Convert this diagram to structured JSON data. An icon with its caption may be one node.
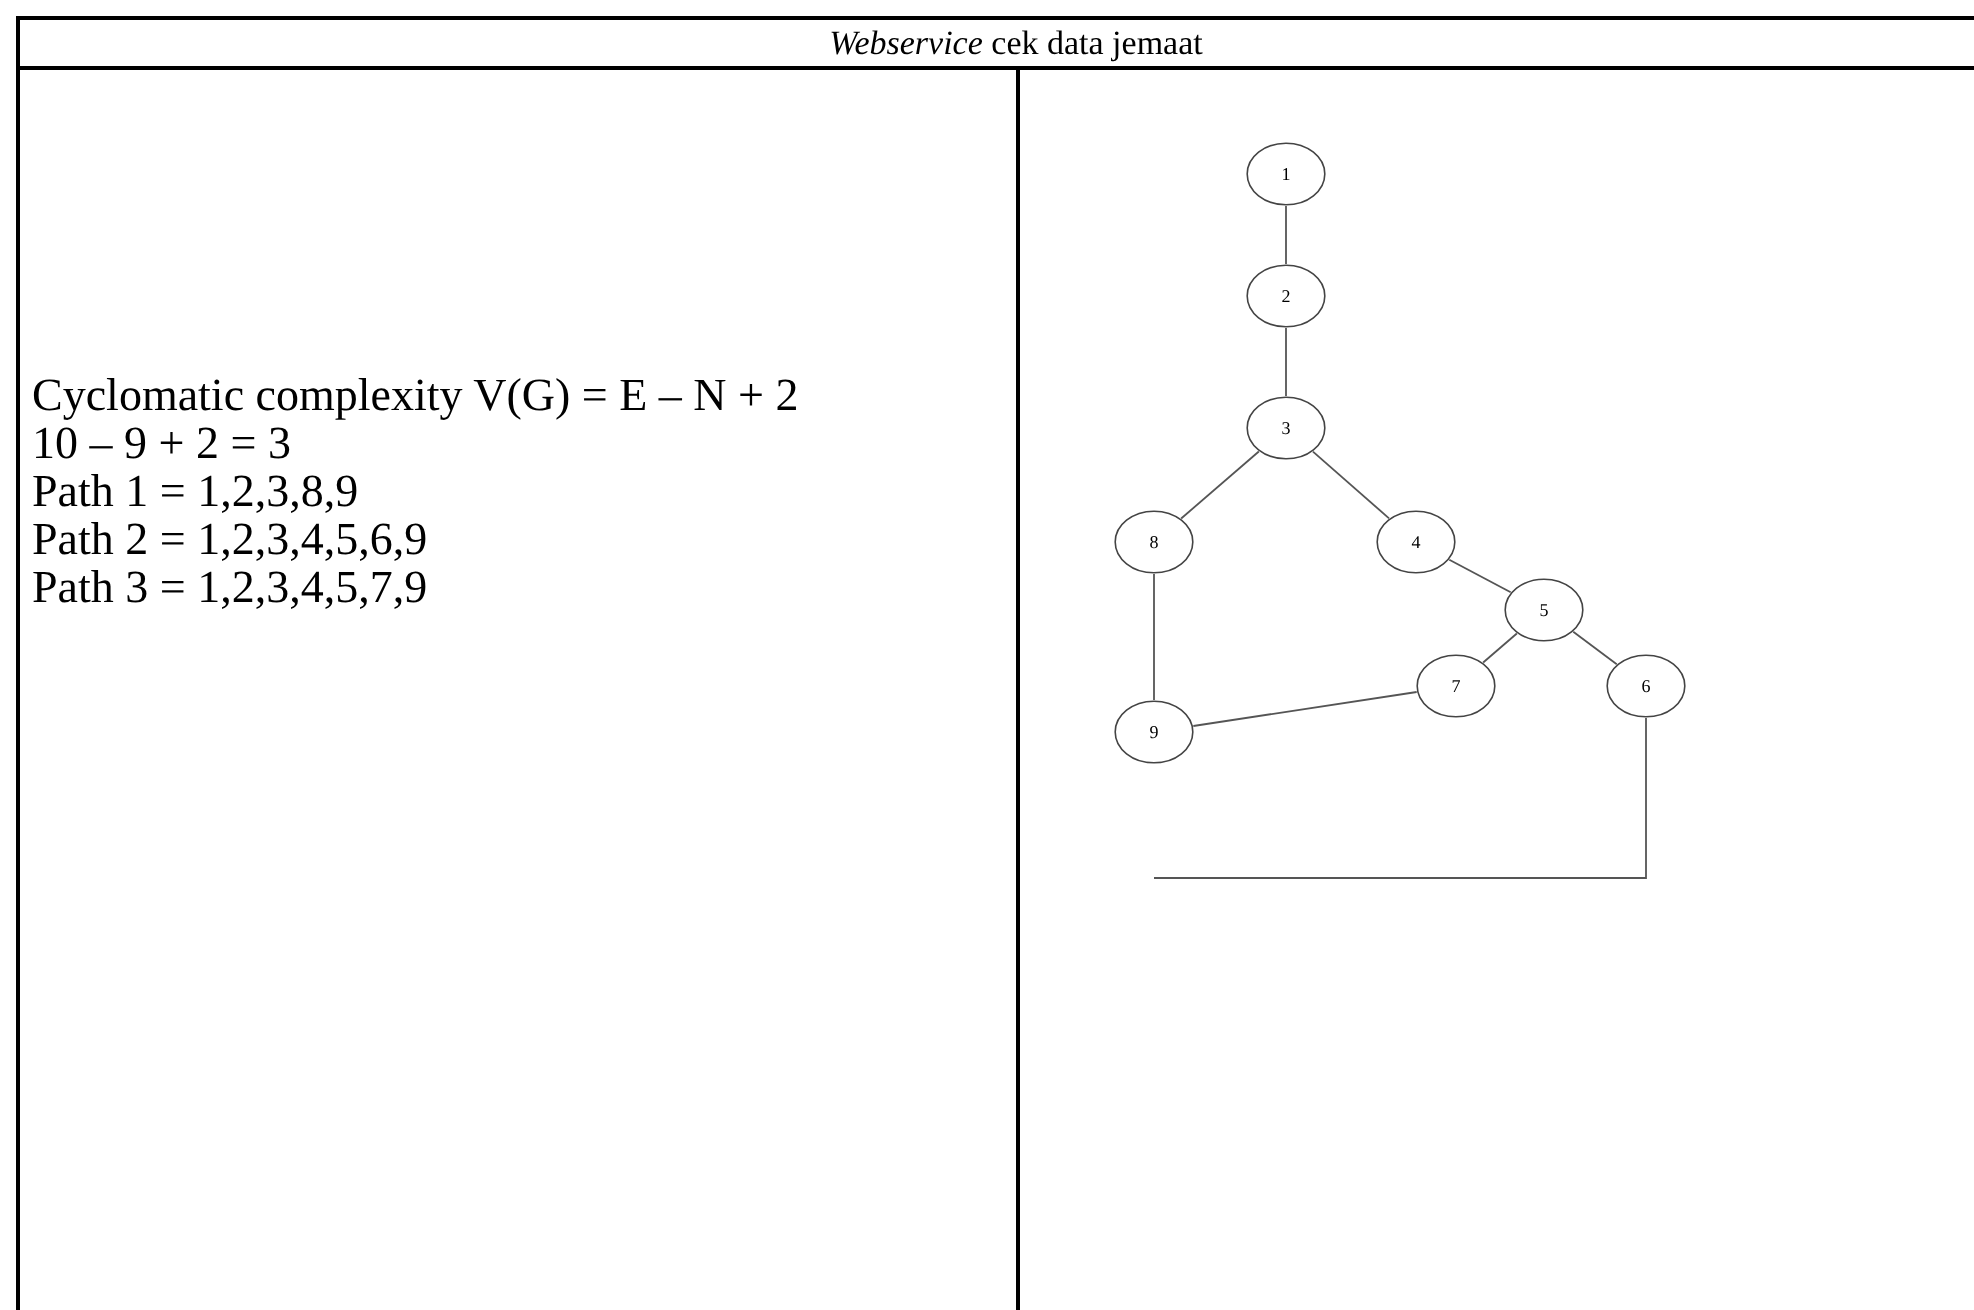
{
  "diagram": {
    "title": "*Webservice*  cek data jemaat",
    "nodes": [
      {
        "text": [
          "1"
        ]
      },
      {
        "text": [
          "2"
        ]
      },
      {
        "text": [
          "3"
        ]
      },
      {
        "text": [
          "8"
        ]
      },
      {
        "text": [
          "4"
        ]
      },
      {
        "text": [
          "5"
        ]
      },
      {
        "text": [
          "7"
        ]
      },
      {
        "text": [
          "6"
        ]
      },
      {
        "text": [
          "9"
        ]
      }
    ],
    "edges": [
      {
        "from": 0,
        "to": 1,
        "arrow": "none"
      },
      {
        "from": 1,
        "to": 2,
        "arrow": "none"
      },
      {
        "from": 2,
        "to": 3,
        "arrow": "none"
      },
      {
        "from": 2,
        "to": 4,
        "arrow": "none"
      },
      {
        "from": 4,
        "to": 5,
        "arrow": "none"
      },
      {
        "from": 5,
        "to": 6,
        "arrow": "none"
      },
      {
        "from": 5,
        "to": 7,
        "arrow": "none"
      },
      {
        "from": 3,
        "to": 8,
        "arrow": "none"
      },
      {
        "from": 6,
        "to": 8,
        "arrow": "none"
      },
      {
        "from": 7,
        "to": null,
        "arrow": "none"
      }
    ],
    "labels": [
      "Cyclomatic complexity V(G) = E – N + 2",
      "10 – 9 + 2 = 3",
      "Path 1 = 1,2,3,8,9",
      "Path 2 = 1,2,3,4,5,6,9",
      "Path 3 = 1,2,3,4,5,7,9"
    ]
  }
}
